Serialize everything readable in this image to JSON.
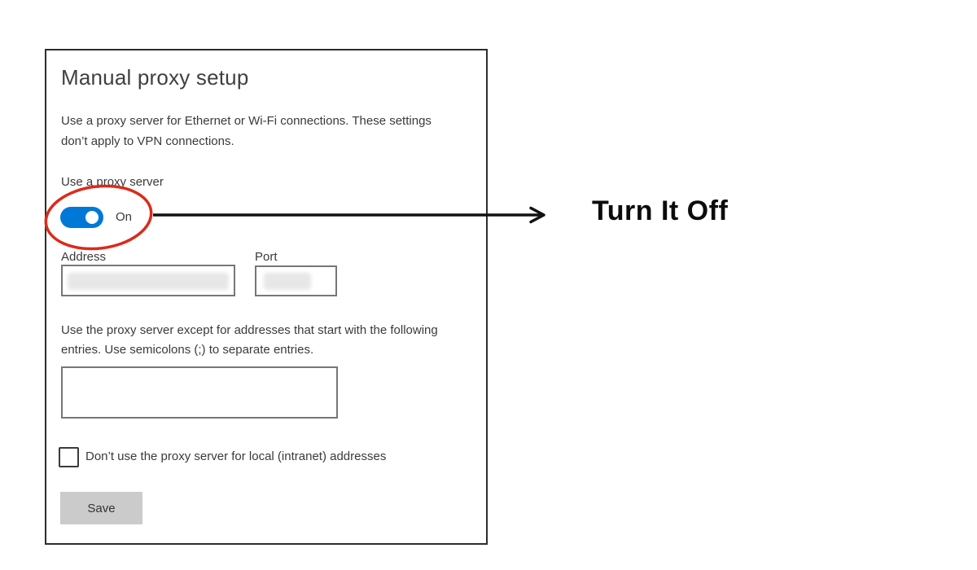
{
  "panel": {
    "title": "Manual proxy setup",
    "description": "Use a proxy server for Ethernet or Wi-Fi connections. These settings don’t apply to VPN connections.",
    "toggle": {
      "label": "Use a proxy server",
      "state_label": "On",
      "on": true
    },
    "fields": {
      "address": {
        "label": "Address",
        "value": "",
        "value_redacted": true
      },
      "port": {
        "label": "Port",
        "value": "",
        "value_redacted": true
      }
    },
    "exceptions": {
      "instructions": "Use the proxy server except for addresses that start with the following entries. Use semicolons (;) to separate entries.",
      "value": ""
    },
    "local_checkbox": {
      "label": "Don’t use the proxy server for local (intranet) addresses",
      "checked": false
    },
    "save_button": {
      "label": "Save"
    }
  },
  "annotation": {
    "callout_text": "Turn It Off"
  },
  "colors": {
    "toggle_on": "#0078d7",
    "annotation_red": "#dc2a1b",
    "arrow_black": "#111111",
    "save_bg": "#cbcbcb",
    "text": "#3a3a3a",
    "input_border": "#777777",
    "panel_border": "#2d2d2d"
  }
}
